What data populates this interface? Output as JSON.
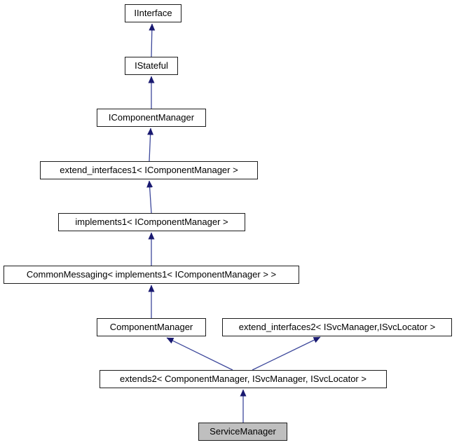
{
  "diagram": {
    "kind": "class-inheritance-graph",
    "nodes": [
      {
        "id": "iinterface",
        "label": "IInterface",
        "highlighted": false
      },
      {
        "id": "istateful",
        "label": "IStateful",
        "highlighted": false
      },
      {
        "id": "icomponentmanager",
        "label": "IComponentManager",
        "highlighted": false
      },
      {
        "id": "extend1",
        "label": "extend_interfaces1< IComponentManager >",
        "highlighted": false
      },
      {
        "id": "implements1",
        "label": "implements1< IComponentManager >",
        "highlighted": false
      },
      {
        "id": "commonmessaging",
        "label": "CommonMessaging< implements1< IComponentManager > >",
        "highlighted": false
      },
      {
        "id": "componentmanager",
        "label": "ComponentManager",
        "highlighted": false
      },
      {
        "id": "extend2",
        "label": "extend_interfaces2< ISvcManager,ISvcLocator >",
        "highlighted": false
      },
      {
        "id": "extends2",
        "label": "extends2< ComponentManager, ISvcManager, ISvcLocator >",
        "highlighted": false
      },
      {
        "id": "servicemanager",
        "label": "ServiceManager",
        "highlighted": true
      }
    ],
    "edges": [
      {
        "child": "IStateful",
        "parent": "IInterface"
      },
      {
        "child": "IComponentManager",
        "parent": "IStateful"
      },
      {
        "child": "extend_interfaces1< IComponentManager >",
        "parent": "IComponentManager"
      },
      {
        "child": "implements1< IComponentManager >",
        "parent": "extend_interfaces1< IComponentManager >"
      },
      {
        "child": "CommonMessaging< implements1< IComponentManager > >",
        "parent": "implements1< IComponentManager >"
      },
      {
        "child": "ComponentManager",
        "parent": "CommonMessaging< implements1< IComponentManager > >"
      },
      {
        "child": "extends2< ComponentManager, ISvcManager, ISvcLocator >",
        "parent": "ComponentManager"
      },
      {
        "child": "extends2< ComponentManager, ISvcManager, ISvcLocator >",
        "parent": "extend_interfaces2< ISvcManager,ISvcLocator >"
      },
      {
        "child": "ServiceManager",
        "parent": "extends2< ComponentManager, ISvcManager, ISvcLocator >"
      }
    ],
    "colors": {
      "arrow_head": "#191970",
      "arrow_line": "#3d489b",
      "node_border": "#1d1d1d",
      "node_background": "#ffffff",
      "highlight_background": "#bfbfbf",
      "text": "#000000",
      "page_background": "#ffffff"
    }
  }
}
